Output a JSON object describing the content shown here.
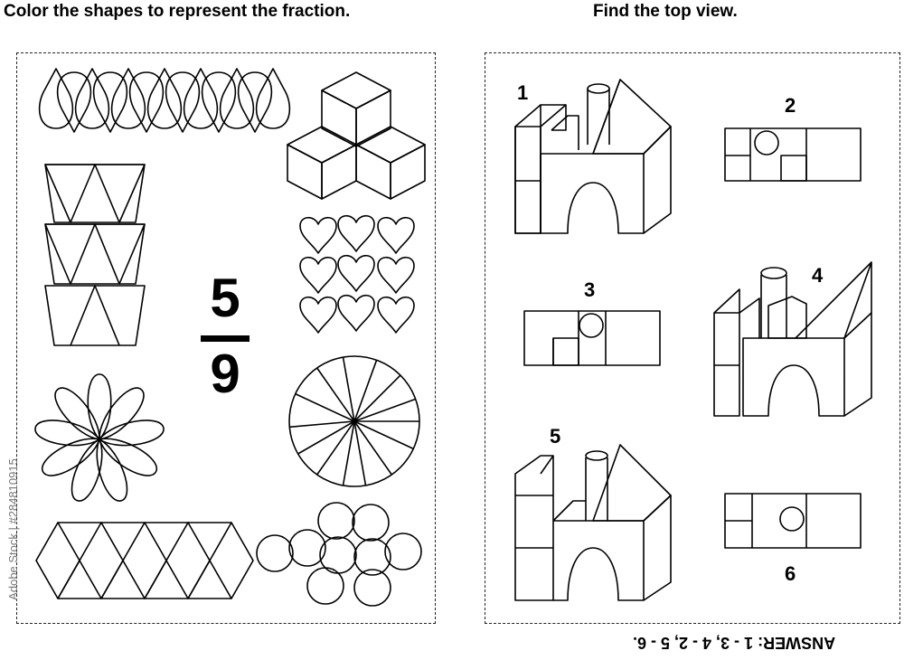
{
  "left": {
    "title": "Color the shapes to represent the fraction.",
    "fraction": {
      "numerator": "5",
      "denominator": "9"
    }
  },
  "right": {
    "title": "Find the top view.",
    "labels": [
      "1",
      "2",
      "3",
      "4",
      "5",
      "6"
    ]
  },
  "answer": "ANSWER: 1 - 3, 4 - 2, 5 - 6.",
  "watermark": "Adobe Stock | #284810915"
}
